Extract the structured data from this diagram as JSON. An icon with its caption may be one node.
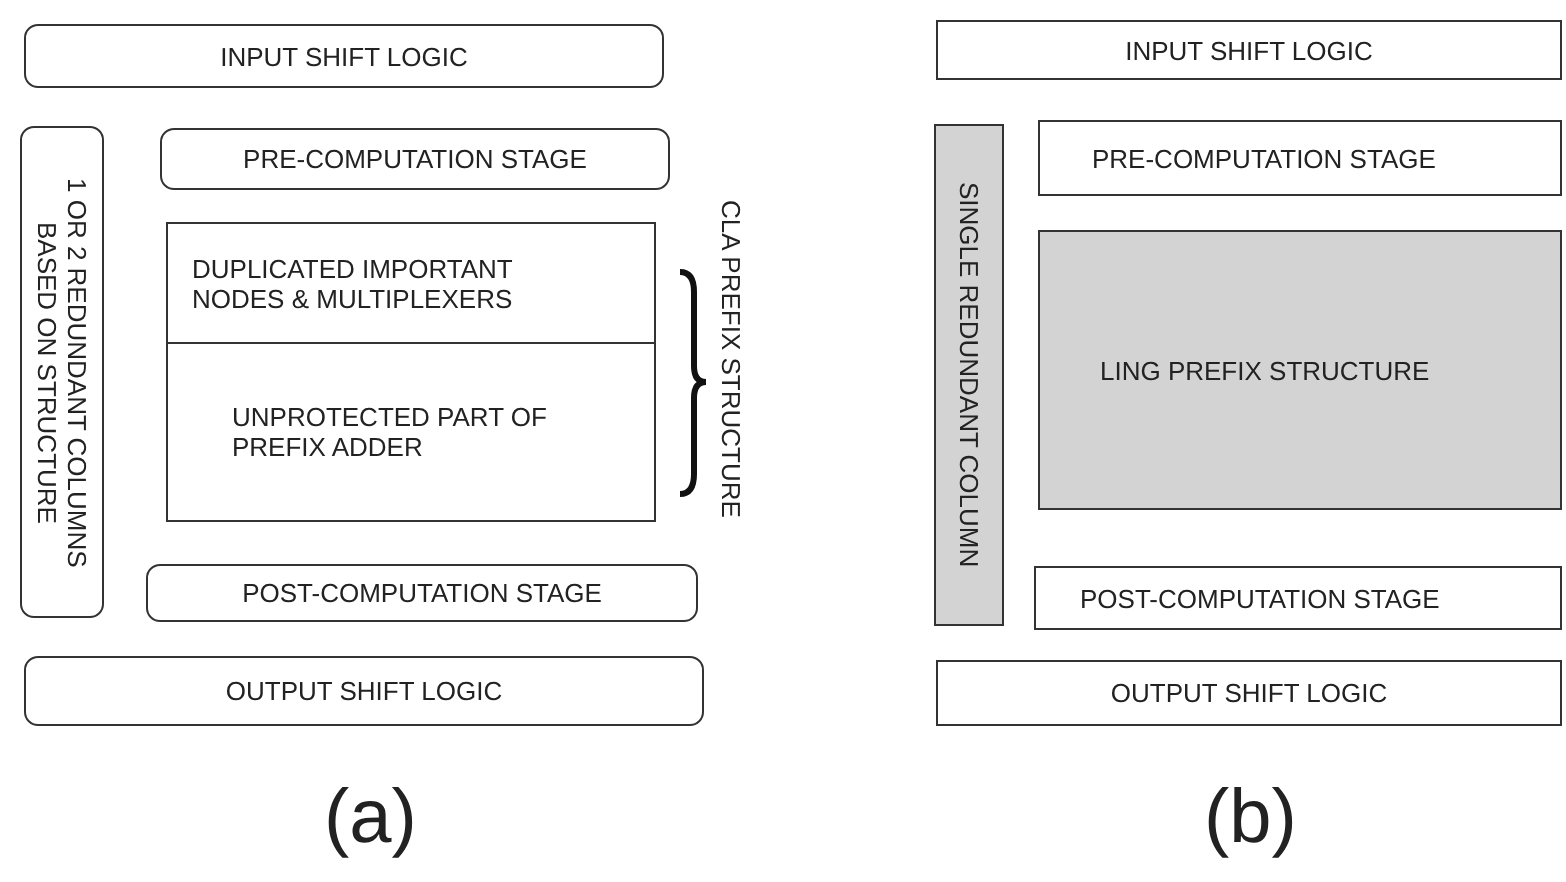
{
  "diagram": {
    "nodes": [
      {
        "text": [
          "INPUT SHIFT LOGIC"
        ]
      },
      {
        "text": [
          "1 OR 2 REDUNDANT COLUMNS BASED ON STRUCTURE"
        ]
      },
      {
        "text": [
          "PRE-COMPUTATION STAGE"
        ]
      },
      {
        "text": [
          "DUPLICATED IMPORTANT NODES & MULTIPLEXERS"
        ]
      },
      {
        "text": [
          "UNPROTECTED PART OF PREFIX ADDER"
        ]
      },
      {
        "text": [
          "POST-COMPUTATION STAGE"
        ]
      },
      {
        "text": [
          "OUTPUT SHIFT LOGIC"
        ]
      },
      {
        "text": [
          "INPUT SHIFT LOGIC"
        ]
      },
      {
        "text": [
          "SINGLE REDUNDANT COLUMN"
        ]
      },
      {
        "text": [
          "PRE-COMPUTATION STAGE"
        ]
      },
      {
        "text": [
          "LING PREFIX STRUCTURE"
        ]
      },
      {
        "text": [
          "POST-COMPUTATION STAGE"
        ]
      },
      {
        "text": [
          "OUTPUT SHIFT LOGIC"
        ]
      }
    ],
    "edges": [],
    "labels": [
      "CLA PREFIX STRUCTURE",
      "(a)",
      "(b)"
    ]
  }
}
